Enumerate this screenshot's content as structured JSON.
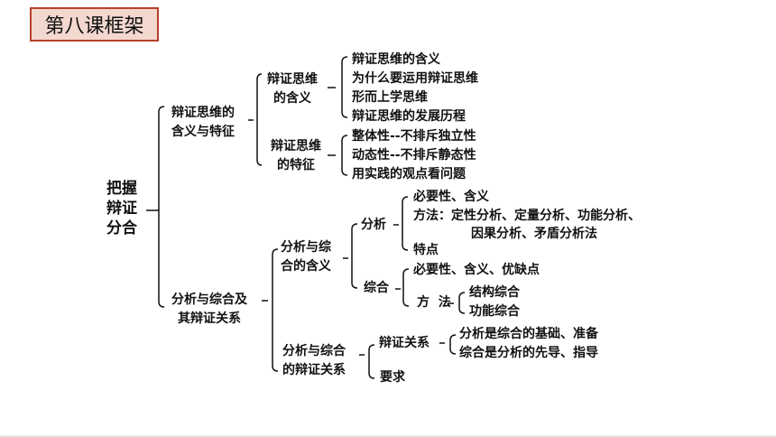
{
  "title": "第八课框架",
  "root": [
    "把握",
    "辩证",
    "分合"
  ],
  "branch1": {
    "label": [
      "辩证思维的",
      "含义与特征"
    ],
    "sub1": {
      "label": [
        "辩证思维",
        "的含义"
      ],
      "items": [
        "辩证思维的含义",
        "为什么要运用辩证思维",
        "形而上学思维",
        "辩证思维的发展历程"
      ]
    },
    "sub2": {
      "label": [
        "辩证思维",
        "的特征"
      ],
      "items": [
        "整体性--不排斥独立性",
        "动态性--不排斥静态性",
        "用实践的观点看问题"
      ]
    }
  },
  "branch2": {
    "label": [
      "分析与综合及",
      "其辩证关系"
    ],
    "sub1": {
      "label": [
        "分析与综",
        "合的含义"
      ],
      "analysis": {
        "label": "分析",
        "items": [
          "必要性、含义",
          "方法：定性分析、定量分析、功能分析、",
          "因果分析、矛盾分析法",
          "特点"
        ]
      },
      "synthesis": {
        "label": "综合",
        "item1": "必要性、含义、优缺点",
        "method": {
          "label": "方  法",
          "items": [
            "结构综合",
            "功能综合"
          ]
        }
      }
    },
    "sub2": {
      "label": [
        "分析与综合",
        "的辩证关系"
      ],
      "relation": {
        "label": "辩证关系",
        "items": [
          "分析是综合的基础、准备",
          "综合是分析的先导、指导"
        ]
      },
      "requirement": "要求"
    }
  }
}
